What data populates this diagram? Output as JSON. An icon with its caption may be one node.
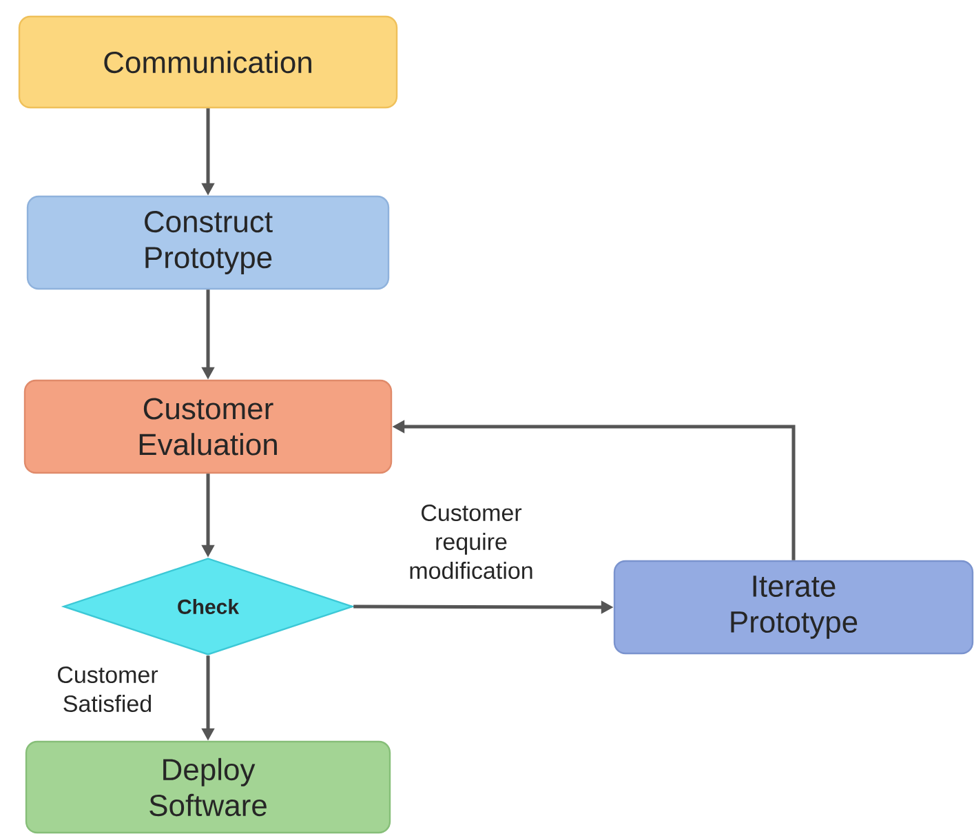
{
  "diagram": {
    "nodes": [
      {
        "text": [
          "Communication"
        ]
      },
      {
        "text": [
          "Construct Prototype"
        ]
      },
      {
        "text": [
          "Customer Evaluation"
        ]
      },
      {
        "text": [
          "Check"
        ]
      },
      {
        "text": [
          "Iterate Prototype"
        ]
      },
      {
        "text": [
          "Deploy Software"
        ]
      }
    ],
    "edges": [
      {
        "from": 0,
        "to": 1,
        "arrow": "to"
      },
      {
        "from": 1,
        "to": 2,
        "arrow": "to"
      },
      {
        "from": 2,
        "to": 3,
        "arrow": "to"
      },
      {
        "from": 3,
        "to": 4,
        "arrow": "to",
        "label": "Customer require modification"
      },
      {
        "from": 4,
        "to": 2,
        "arrow": "to"
      },
      {
        "from": 3,
        "to": 5,
        "arrow": "to",
        "label": "Customer Satisfied"
      }
    ]
  }
}
